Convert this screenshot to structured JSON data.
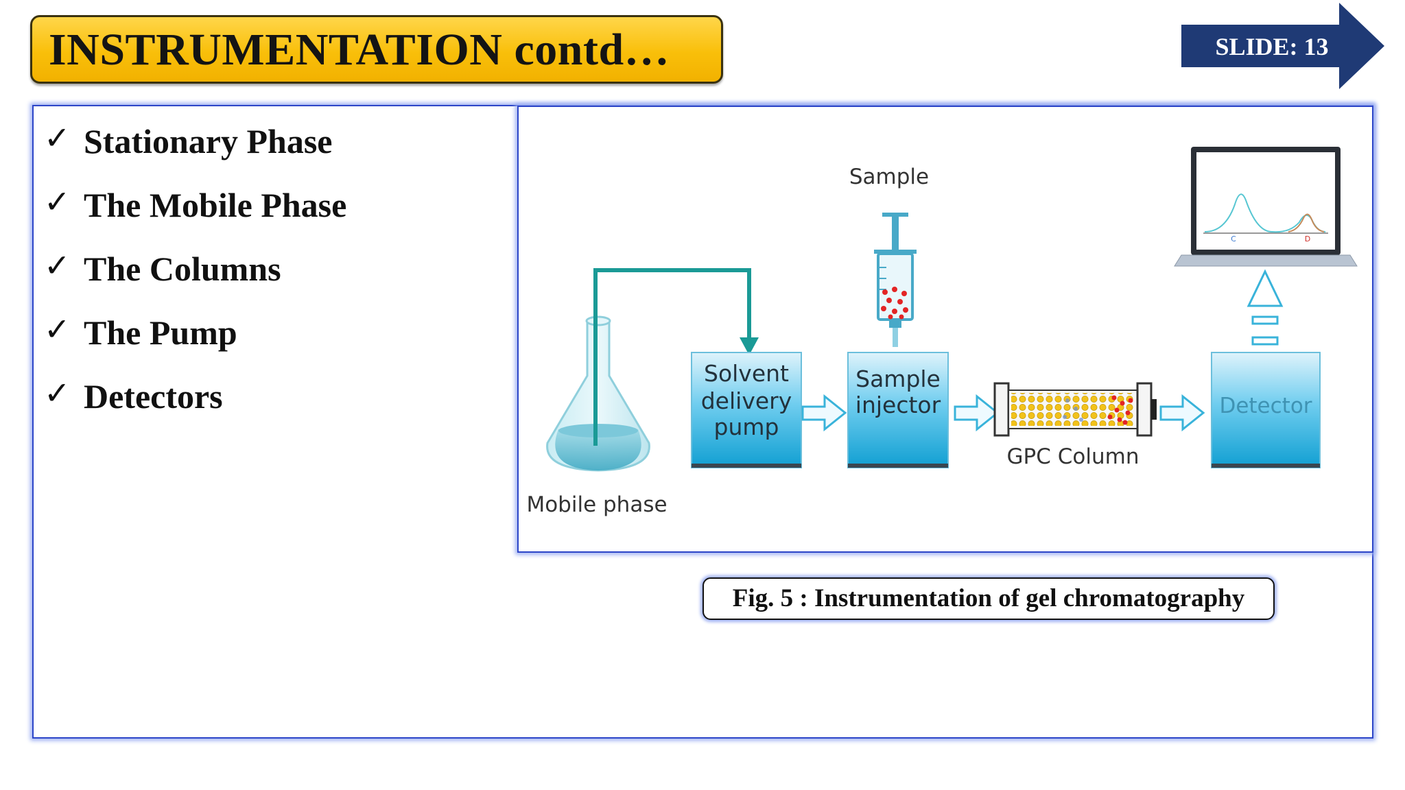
{
  "header": {
    "title": "INSTRUMENTATION contd…",
    "slide_label": "SLIDE: 13"
  },
  "bullets": [
    {
      "label": "Stationary Phase"
    },
    {
      "label": "The Mobile Phase"
    },
    {
      "label": "The Columns"
    },
    {
      "label": "The Pump"
    },
    {
      "label": "Detectors"
    }
  ],
  "check_glyph": "✓",
  "diagram": {
    "sample_label": "Sample",
    "mobile_phase_label": "Mobile phase",
    "pump_label": [
      "Solvent",
      "delivery",
      "pump"
    ],
    "injector_label": [
      "Sample",
      "injector"
    ],
    "column_label": "GPC Column",
    "detector_label": "Detector",
    "plot_markers": [
      "C",
      "D"
    ]
  },
  "figure_caption": "Fig. 5 : Instrumentation of gel chromatography",
  "colors": {
    "banner_yellow": "#f9bf0a",
    "slide_arrow_navy": "#1f3a75",
    "frame_blue": "#2c45c8",
    "glow_blue": "#9fb1f2",
    "tube_teal": "#1a9a96",
    "box_cyan": "#1aa6d6",
    "sample_red": "#e32424",
    "bead_yellow": "#f2c21a"
  }
}
